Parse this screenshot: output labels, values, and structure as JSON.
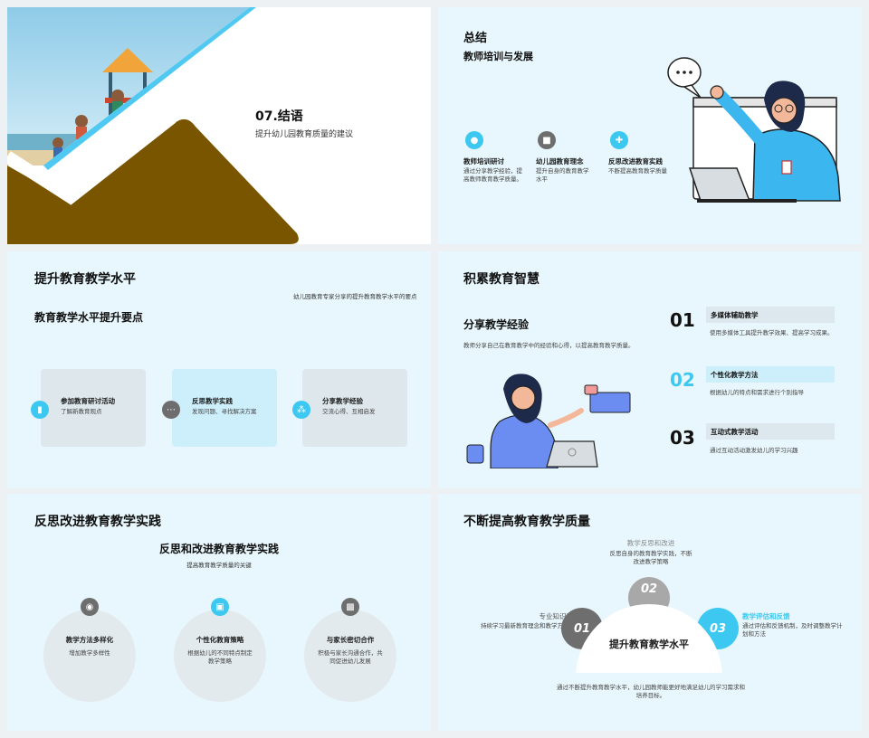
{
  "slide1": {
    "title": "07.结语",
    "subtitle": "提升幼儿园教育质量的建议"
  },
  "slide2": {
    "title": "总结",
    "subtitle": "教师培训与发展",
    "items": [
      {
        "title": "教师培训研讨",
        "desc": "通过分享教学经验，提高教师教育教学质量。",
        "icon": "teacher-icon"
      },
      {
        "title": "幼儿园教育理念",
        "desc": "提升自身的教育教学水平",
        "icon": "clipboard-icon"
      },
      {
        "title": "反思改进教育实践",
        "desc": "不断提高教育教学质量",
        "icon": "puzzle-icon"
      }
    ]
  },
  "slide3": {
    "title": "提升教育教学水平",
    "note": "幼儿园教育专家分享的提升教育教学水平的要点",
    "subtitle": "教育教学水平提升要点",
    "cards": [
      {
        "title": "参加教育研讨活动",
        "desc": "了解新教育观点",
        "icon": "document-icon"
      },
      {
        "title": "反思教学实践",
        "desc": "发现问题、寻找解决方案",
        "icon": "chat-icon"
      },
      {
        "title": "分享教学经验",
        "desc": "交流心得、互相启发",
        "icon": "network-icon"
      }
    ]
  },
  "slide4": {
    "title": "积累教育智慧",
    "subtitle": "分享教学经验",
    "desc": "教师分享自己在教育教学中的经验和心得，以提高教育教学质量。",
    "rows": [
      {
        "num": "01",
        "title": "多媒体辅助教学",
        "desc": "使用多媒体工具提升教学效果、提高学习成果。"
      },
      {
        "num": "02",
        "title": "个性化教学方法",
        "desc": "根据幼儿的特点和需求进行个别指导"
      },
      {
        "num": "03",
        "title": "互动式教学活动",
        "desc": "通过互动活动激发幼儿的学习兴趣"
      }
    ]
  },
  "slide5": {
    "title": "反思改进教育教学实践",
    "subtitle": "反思和改进教育教学实践",
    "note": "提高教育教学质量的关键",
    "items": [
      {
        "title": "教学方法多样化",
        "desc": "增加教学多样性",
        "icon": "target-icon"
      },
      {
        "title": "个性化教育策略",
        "desc": "根据幼儿的不同特点制定教学策略",
        "icon": "image-icon"
      },
      {
        "title": "与家长密切合作",
        "desc": "积极与家长沟通合作，共同促进幼儿发展",
        "icon": "briefcase-icon"
      }
    ]
  },
  "slide6": {
    "title": "不断提高教育教学质量",
    "center_label": "提升教育教学水平",
    "top": {
      "num": "02",
      "title": "教学反思和改进",
      "desc": "反思自身的教育教学实践，不断改进教学策略"
    },
    "left": {
      "num": "01",
      "title": "专业知识和技能",
      "desc": "持续学习最新教育理念和教学方法，保持更新。"
    },
    "right": {
      "num": "03",
      "title": "教学评估和反馈",
      "desc": "通过评估和反馈机制，及时调整教学计划和方法"
    },
    "footer": "通过不断提升教育教学水平，幼儿园教师能更好地满足幼儿的学习需求和培养目标。"
  },
  "colors": {
    "accent": "#3cc8f0",
    "dark_gray": "#6e6e6e",
    "mid_gray": "#a8a8a8",
    "brown": "#7a5500",
    "slide_bg": "#e8f7fd"
  }
}
